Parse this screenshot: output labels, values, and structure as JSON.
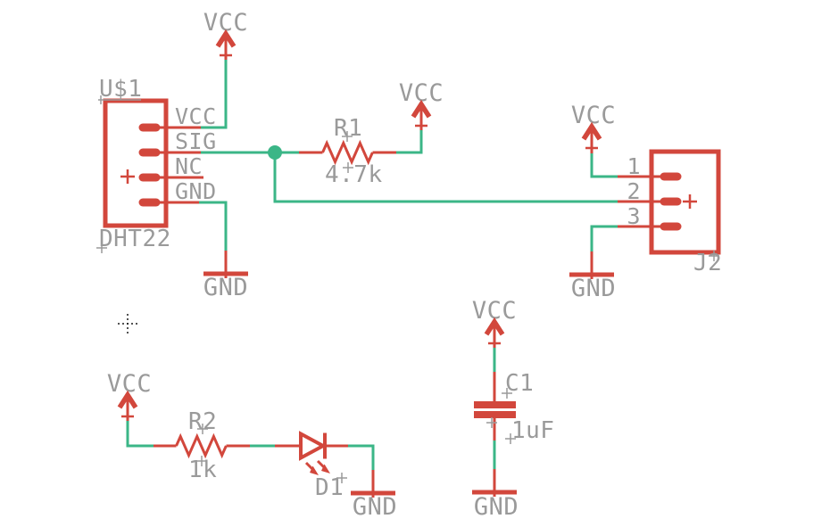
{
  "colors": {
    "background": "#ffffff",
    "component": "#d2473c",
    "wire": "#3bb687",
    "label": "#9a9a9a",
    "origin_marker": "#1a1a1a"
  },
  "nets": {
    "vcc": "VCC",
    "gnd": "GND"
  },
  "components": {
    "u1": {
      "name": "U$1",
      "value": "DHT22",
      "pins": [
        "VCC",
        "SIG",
        "NC",
        "GND"
      ]
    },
    "r1": {
      "name": "R1",
      "value": "4.7k"
    },
    "r2": {
      "name": "R2",
      "value": "1k"
    },
    "d1": {
      "name": "D1"
    },
    "c1": {
      "name": "C1",
      "value": "1uF"
    },
    "j2": {
      "name": "J2",
      "pins": [
        "1",
        "2",
        "3"
      ]
    }
  }
}
